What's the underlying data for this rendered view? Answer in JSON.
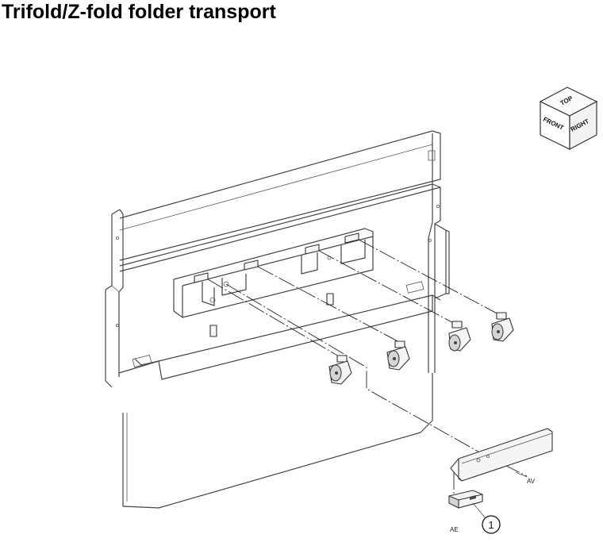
{
  "page": {
    "title": "Trifold/Z-fold folder transport"
  },
  "orientation_cube": {
    "top": "TOP",
    "front": "FRONT",
    "right": "RIGHT"
  },
  "callouts": {
    "av": "AV",
    "ae": "AE",
    "item_number": "1"
  }
}
